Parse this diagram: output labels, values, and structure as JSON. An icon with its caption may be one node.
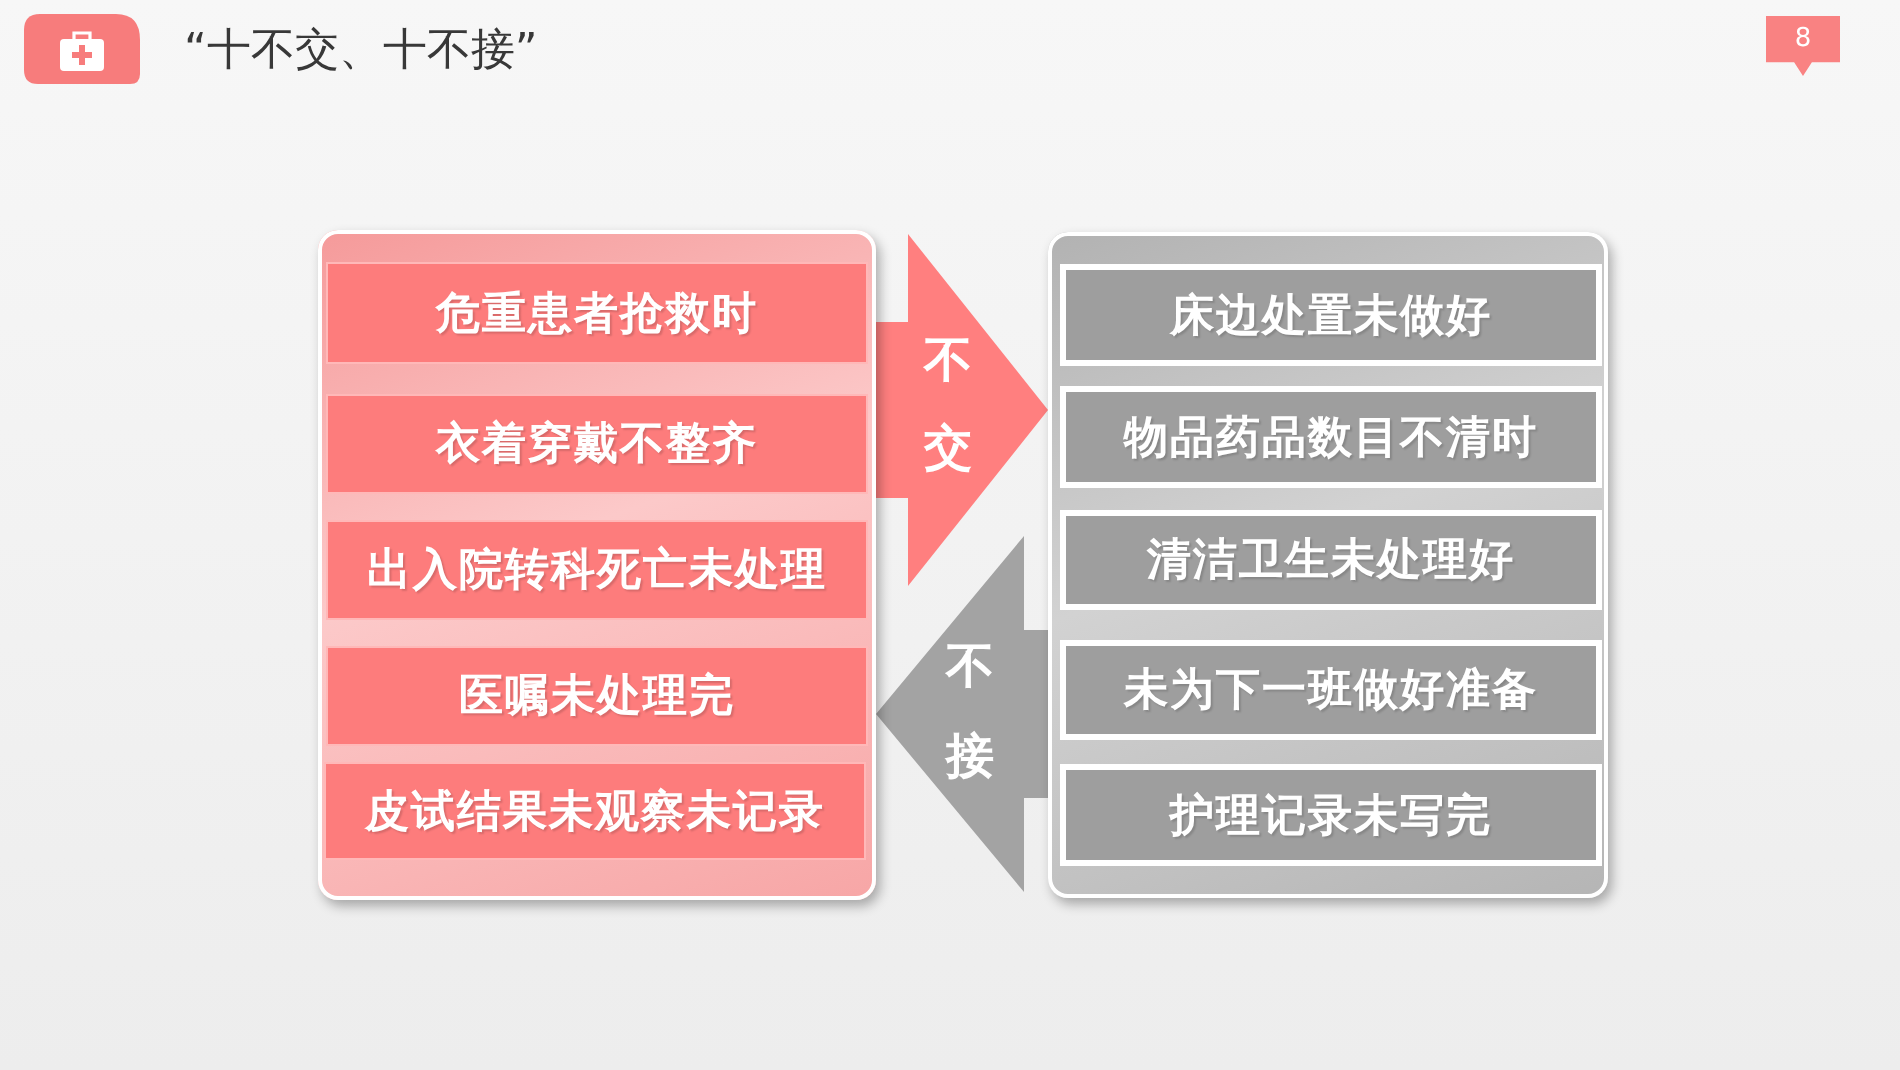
{
  "diagram": {
    "title": "“十不交、十不接”",
    "nodes": [
      {
        "text": [],
        "shape": "box"
      },
      {
        "text": [
          "危重患者抢救时"
        ],
        "in": 0
      },
      {
        "text": [
          "衣着穿戴不整齐"
        ],
        "in": 0
      },
      {
        "text": [
          "出入院转科死亡未处理"
        ],
        "in": 0
      },
      {
        "text": [
          "医嘱未处理完"
        ],
        "in": 0
      },
      {
        "text": [
          "皮试结果未观察未记录"
        ],
        "in": 0
      },
      {
        "text": [],
        "shape": "box"
      },
      {
        "text": [
          "床边处置未做好"
        ],
        "in": 6
      },
      {
        "text": [
          "物品药品数目不清时"
        ],
        "in": 6
      },
      {
        "text": [
          "清洁卫生未处理好"
        ],
        "in": 6
      },
      {
        "text": [
          "未为下一班做好准备"
        ],
        "in": 6
      },
      {
        "text": [
          "护理记录未写完"
        ],
        "in": 6
      }
    ],
    "edges": [
      {
        "from": 0,
        "to": 6,
        "arrow": "to",
        "label": "不交",
        "color": "#ff7f7f"
      },
      {
        "from": 6,
        "to": 0,
        "arrow": "to",
        "label": "不接",
        "color": "#a3a3a3"
      }
    ],
    "labels": [
      "8"
    ]
  }
}
